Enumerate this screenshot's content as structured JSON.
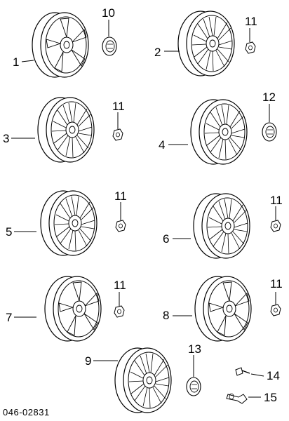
{
  "diagram": {
    "callouts": {
      "c1": "1",
      "c2": "2",
      "c3": "3",
      "c4": "4",
      "c5": "5",
      "c6": "6",
      "c7": "7",
      "c8": "8",
      "c9": "9",
      "c10": "10",
      "c11a": "11",
      "c11b": "11",
      "c11c": "11",
      "c11d": "11",
      "c11e": "11",
      "c11f": "11",
      "c12": "12",
      "c13": "13",
      "c14": "14",
      "c15": "15"
    },
    "figure_code": "046-02831"
  }
}
